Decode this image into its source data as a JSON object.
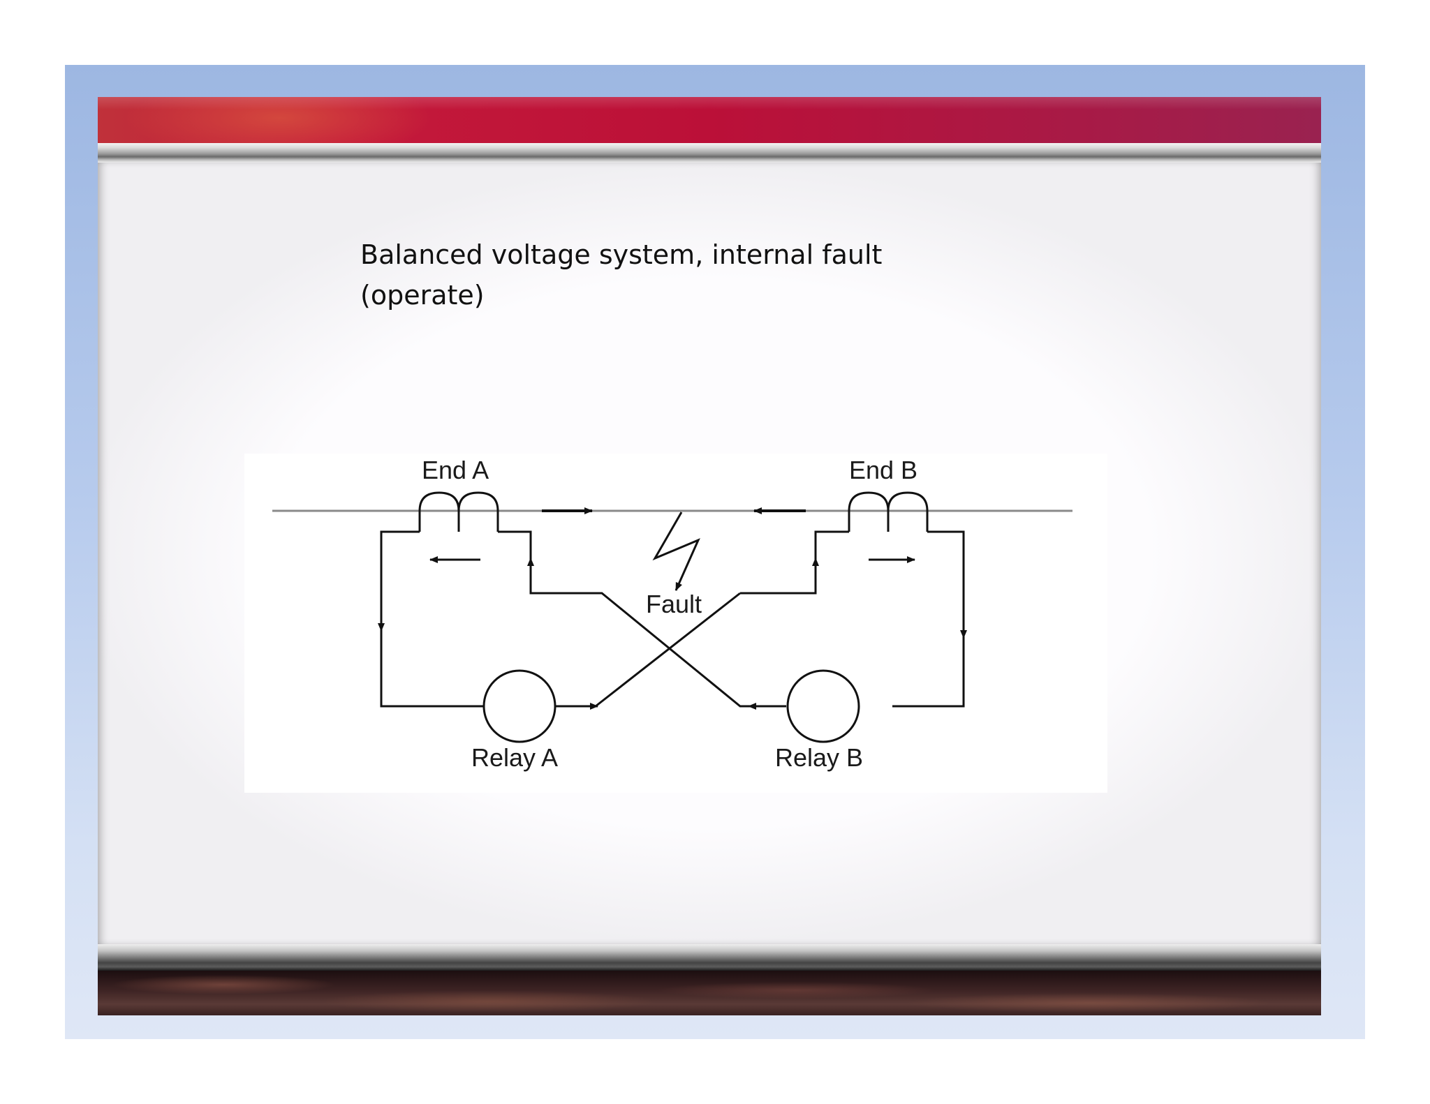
{
  "slide": {
    "title_line1": "Balanced voltage system, internal fault",
    "title_line2": "(operate)"
  },
  "diagram": {
    "end_a_label": "End A",
    "end_b_label": "End B",
    "fault_label": "Fault",
    "relay_a_label": "Relay A",
    "relay_b_label": "Relay B"
  },
  "colors": {
    "top_band": "#bb1038",
    "outer_frame": "#9db7e2",
    "bottom_band": "#3e2424",
    "line": "#111111"
  }
}
